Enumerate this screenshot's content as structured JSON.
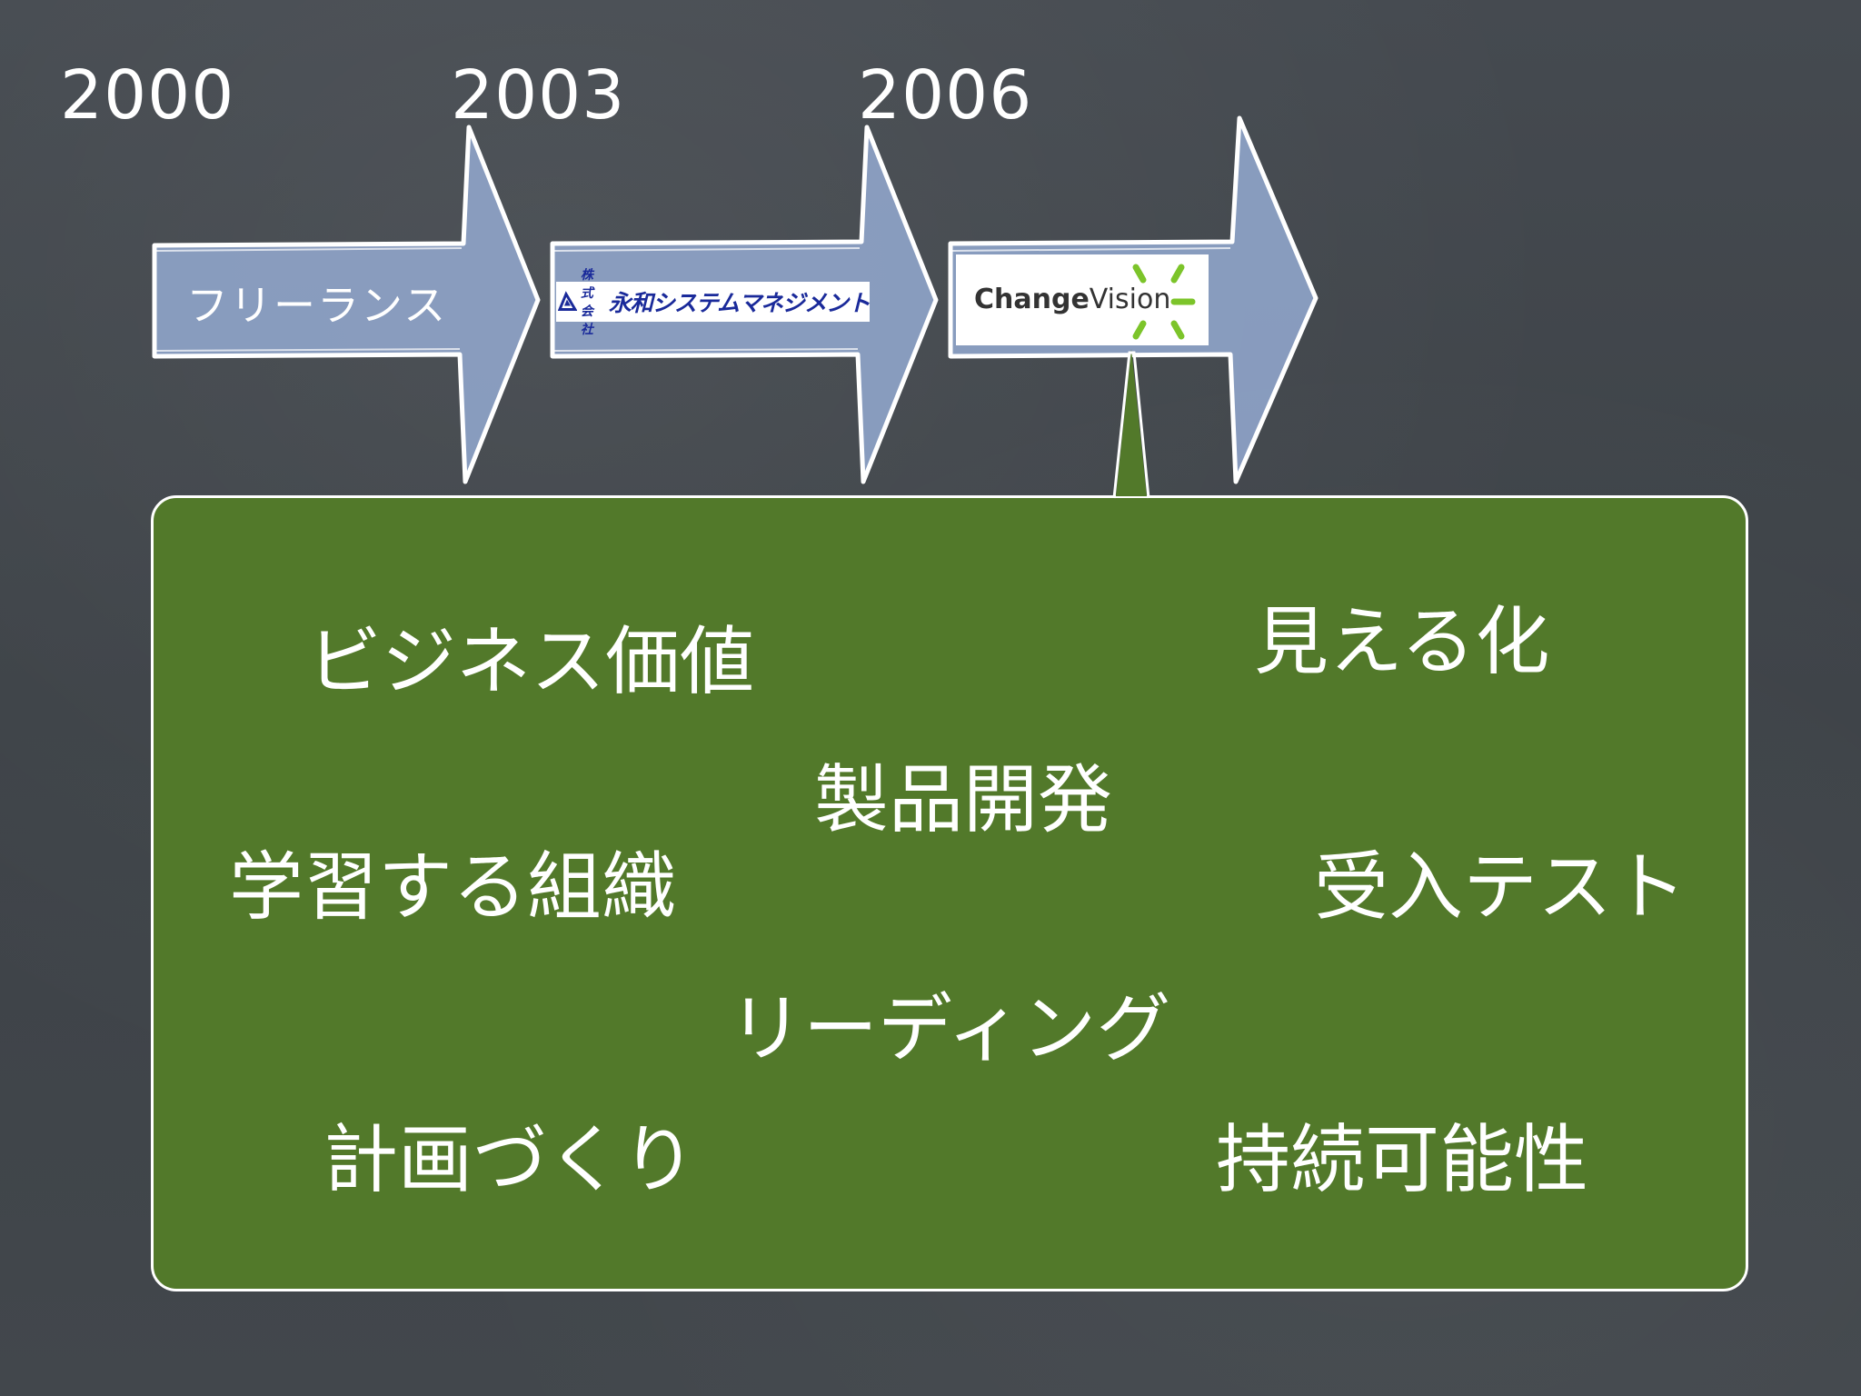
{
  "timeline": {
    "years": [
      "2000",
      "2003",
      "2006"
    ],
    "freelance_label": "フリーランス",
    "company1": {
      "small_text": "株式会社",
      "name_text": "永和システムマネジメント"
    },
    "company2": {
      "word_bold": "Change",
      "word_regular": "Vision"
    }
  },
  "keywords": {
    "business_value": "ビジネス価値",
    "visualization": "見える化",
    "product_development": "製品開発",
    "learning_organization": "学習する組織",
    "acceptance_test": "受入テスト",
    "leading": "リーディング",
    "planning": "計画づくり",
    "sustainability": "持続可能性"
  },
  "colors": {
    "background": "#42474c",
    "arrow_fill": "#8ca0c4",
    "box_fill": "#52792a",
    "logo_blue": "#1a2a9a",
    "logo_green": "#7cc42a"
  }
}
